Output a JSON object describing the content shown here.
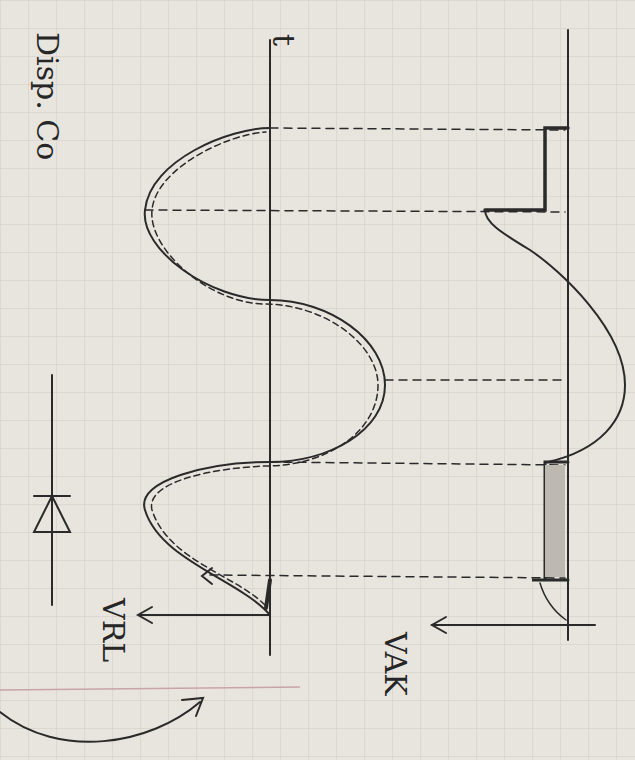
{
  "diagram": {
    "labels": [
      "Disp. Co",
      "VRL",
      "t",
      "VAK"
    ]
  }
}
